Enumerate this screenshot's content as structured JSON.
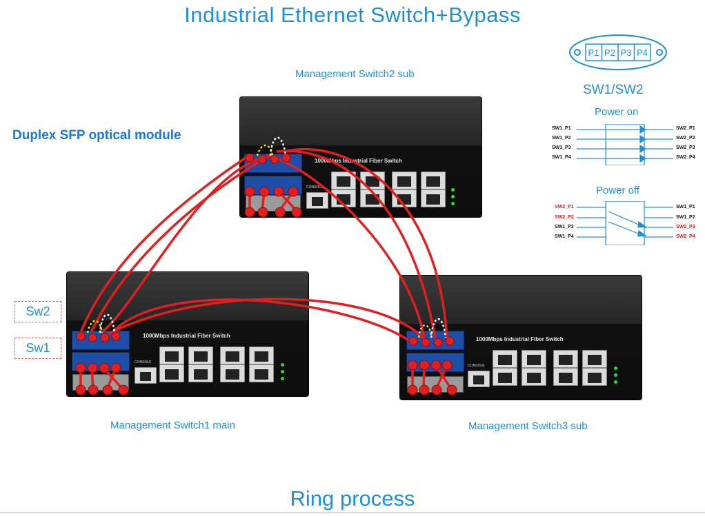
{
  "title": "Industrial Ethernet Switch+Bypass",
  "footer": "Ring process",
  "duplex_label": "Duplex SFP optical module",
  "labels": {
    "sw2": "Sw2",
    "sw1": "Sw1"
  },
  "devices": [
    {
      "caption": "Management Switch2 sub",
      "front": "1000Mbps Industrial Fiber Switch",
      "console": "CONSOLE"
    },
    {
      "caption": "Management Switch1 main",
      "front": "1000Mbps Industrial Fiber Switch",
      "console": "CONSOLE"
    },
    {
      "caption": "Management Switch3 sub",
      "front": "1000Mbps Industrial Fiber Switch",
      "console": "CONSOLE"
    }
  ],
  "bypass": {
    "ports": [
      "P1",
      "P2",
      "P3",
      "P4"
    ],
    "label": "SW1/SW2",
    "power_on": {
      "title": "Power on",
      "left": [
        "SW1_P1",
        "SW1_P2",
        "SW1_P3",
        "SW1_P4"
      ],
      "right": [
        "SW2_P1",
        "SW2_P2",
        "SW2_P3",
        "SW2_P4"
      ]
    },
    "power_off": {
      "title": "Power off",
      "left": [
        "SW2_P1",
        "SW2_P2",
        "SW1_P3",
        "SW1_P4"
      ],
      "right": [
        "SW1_P1",
        "SW1_P2",
        "SW2_P3",
        "SW2_P4"
      ]
    }
  },
  "colors": {
    "accent": "#1e90d6",
    "fiber": "#e02020",
    "sfp": "#1d4fa8",
    "signal_off": "#d02020"
  }
}
